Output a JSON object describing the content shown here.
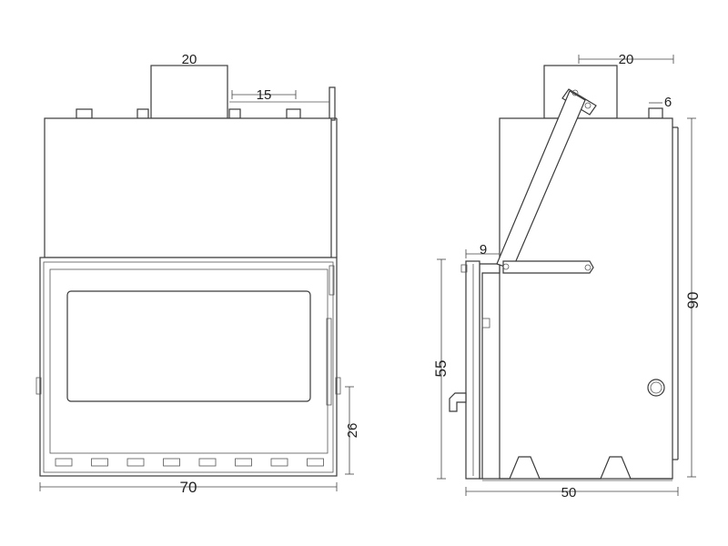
{
  "front_view": {
    "dim_top_width": "20",
    "dim_top_right": "15",
    "dim_side_height": "26",
    "dim_total_width": "70"
  },
  "side_view": {
    "dim_top_width": "20",
    "dim_top_right": "6",
    "dim_offset": "9",
    "dim_front_height": "55",
    "dim_total_height": "90",
    "dim_depth": "50"
  }
}
